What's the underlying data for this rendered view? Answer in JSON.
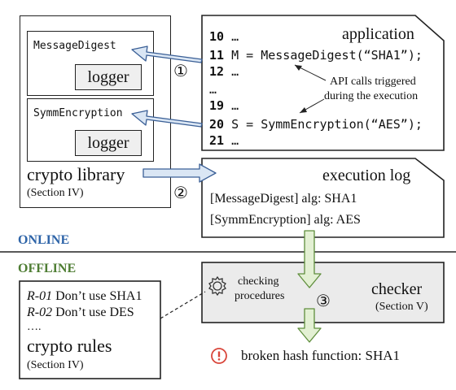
{
  "crypto_library": {
    "message_digest": {
      "title": "MessageDigest",
      "logger": "logger"
    },
    "symm_encryption": {
      "title": "SymmEncryption",
      "logger": "logger"
    },
    "label": "crypto library",
    "section": "(Section IV)"
  },
  "application": {
    "title": "application",
    "lines": [
      {
        "num": "10",
        "code": "…"
      },
      {
        "num": "11",
        "code": "M = MessageDigest(“SHA1”);"
      },
      {
        "num": "12",
        "code": "…"
      },
      {
        "num": "",
        "code": "…"
      },
      {
        "num": "19",
        "code": "…"
      },
      {
        "num": "20",
        "code": "S = SymmEncryption(“AES”);"
      },
      {
        "num": "21",
        "code": "…"
      }
    ],
    "annotation_line1": "API calls triggered",
    "annotation_line2": "during the execution"
  },
  "execution_log": {
    "title": "execution log",
    "entries": [
      "[MessageDigest] alg: SHA1",
      "[SymmEncryption] alg: AES"
    ]
  },
  "steps": {
    "one": "①",
    "two": "②",
    "three": "③"
  },
  "sections": {
    "online": "ONLINE",
    "offline": "OFFLINE"
  },
  "checker": {
    "procedures_line1": "checking",
    "procedures_line2": "procedures",
    "title": "checker",
    "section": "(Section V)"
  },
  "crypto_rules": {
    "rules": [
      {
        "id": "R-01",
        "text": "Don’t use SHA1"
      },
      {
        "id": "R-02",
        "text": "Don’t use DES"
      }
    ],
    "ellipsis": "….",
    "title": "crypto rules",
    "section": "(Section IV)"
  },
  "result": {
    "text": "broken hash function: SHA1"
  },
  "colors": {
    "arrow_fill": "#dae6f4",
    "arrow_stroke": "#3a5f96",
    "green_fill": "#e3f0d3",
    "green_stroke": "#5f8e3c",
    "checker_fill": "#ebebeb",
    "alert_red": "#d9463b"
  }
}
